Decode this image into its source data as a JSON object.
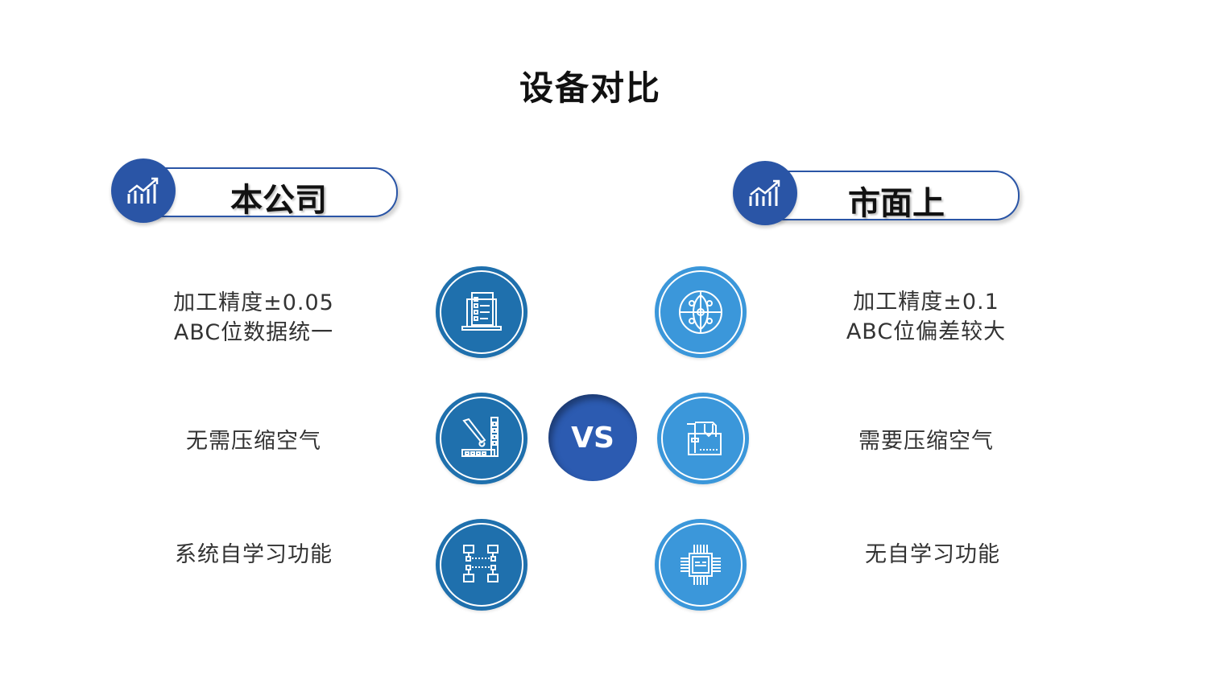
{
  "title": "设备对比",
  "left": {
    "header": "本公司",
    "items": [
      {
        "line1": "加工精度±0.05",
        "line2": "ABC位数据统一",
        "icon": "document-laptop-icon"
      },
      {
        "line1": "无需压缩空气",
        "icon": "pipette-ruler-icon"
      },
      {
        "line1": "系统自学习功能",
        "icon": "network-icon"
      }
    ]
  },
  "right": {
    "header": "市面上",
    "items": [
      {
        "line1": "加工精度±0.1",
        "line2": "ABC位偏差较大",
        "icon": "globe-network-icon"
      },
      {
        "line1": "需要压缩空气",
        "icon": "wallet-icon"
      },
      {
        "line1": "无自学习功能",
        "icon": "chip-icon"
      }
    ]
  },
  "vs": "VS",
  "colors": {
    "header": "#2a55a6",
    "left_icon": "#1f70ad",
    "right_icon": "#3b97da",
    "vs": "#2c5bb1"
  }
}
